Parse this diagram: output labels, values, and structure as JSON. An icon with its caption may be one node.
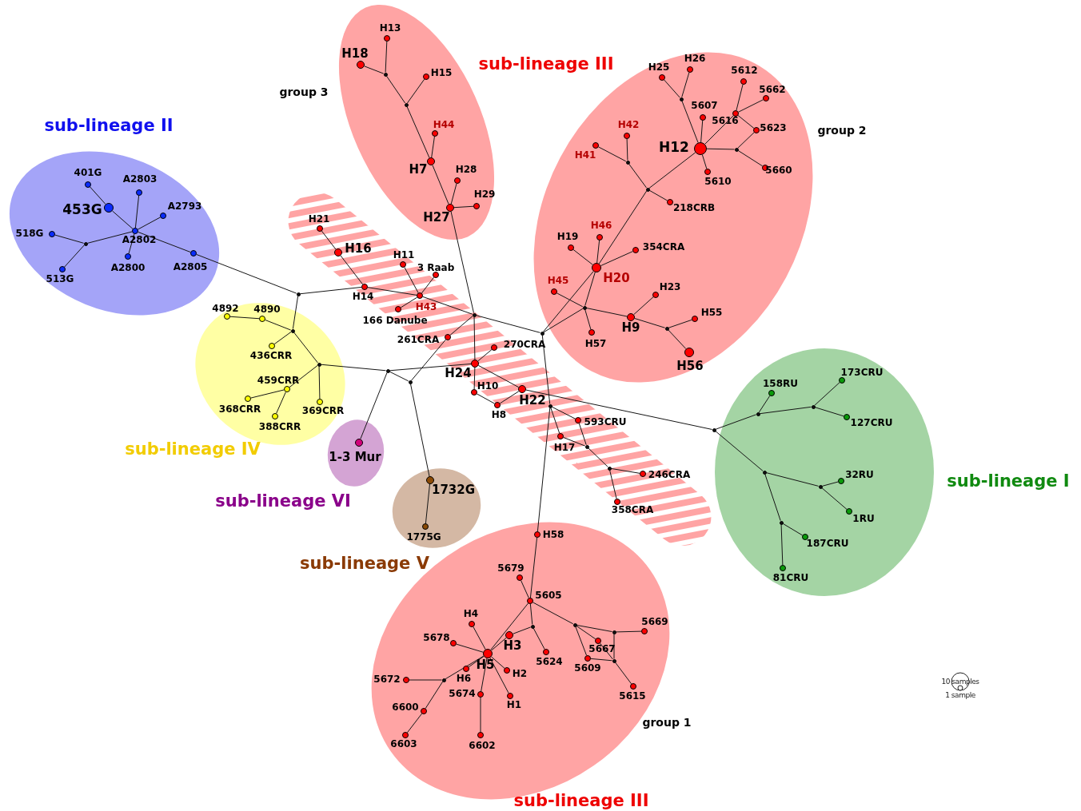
{
  "diagram": {
    "nodes": [
      {
        "text": [],
        "shape": "circle",
        "beside": [
          "401G"
        ]
      },
      {
        "text": [],
        "shape": "circle",
        "beside": [
          "453G"
        ]
      },
      {
        "text": [],
        "shape": "circle",
        "beside": [
          "A2803"
        ]
      },
      {
        "text": [],
        "shape": "circle",
        "beside": [
          "A2793"
        ]
      },
      {
        "text": [],
        "shape": "circle",
        "beside": [
          "A2802"
        ]
      },
      {
        "text": [],
        "shape": "circle",
        "beside": [
          "518G"
        ]
      },
      {
        "text": [],
        "shape": "circle"
      },
      {
        "text": [],
        "shape": "circle",
        "beside": [
          "513G"
        ]
      },
      {
        "text": [],
        "shape": "circle",
        "beside": [
          "A2800"
        ]
      },
      {
        "text": [],
        "shape": "circle",
        "beside": [
          "A2805"
        ]
      },
      {
        "text": [],
        "shape": "circle"
      },
      {
        "text": [],
        "shape": "circle",
        "beside": [
          "4892"
        ]
      },
      {
        "text": [],
        "shape": "circle",
        "beside": [
          "4890"
        ]
      },
      {
        "text": [],
        "shape": "circle"
      },
      {
        "text": [],
        "shape": "circle",
        "beside": [
          "436CRR"
        ]
      },
      {
        "text": [],
        "shape": "circle"
      },
      {
        "text": [],
        "shape": "circle",
        "beside": [
          "459CRR"
        ]
      },
      {
        "text": [],
        "shape": "circle",
        "beside": [
          "368CRR"
        ]
      },
      {
        "text": [],
        "shape": "circle",
        "beside": [
          "388CRR"
        ]
      },
      {
        "text": [],
        "shape": "circle",
        "beside": [
          "369CRR"
        ]
      },
      {
        "text": [],
        "shape": "circle",
        "beside": [
          "H21"
        ]
      },
      {
        "text": [],
        "shape": "circle",
        "beside": [
          "H16"
        ]
      },
      {
        "text": [],
        "shape": "circle",
        "beside": [
          "H14"
        ]
      },
      {
        "text": [],
        "shape": "circle",
        "beside": [
          "H11"
        ]
      },
      {
        "text": [],
        "shape": "circle",
        "beside": [
          "3 Raab"
        ]
      },
      {
        "text": [],
        "shape": "circle",
        "beside": [
          "H43"
        ]
      },
      {
        "text": [],
        "shape": "circle",
        "beside": [
          "166 Danube"
        ]
      },
      {
        "text": [],
        "shape": "circle"
      },
      {
        "text": [],
        "shape": "circle",
        "beside": [
          "261CRA"
        ]
      },
      {
        "text": [],
        "shape": "circle",
        "beside": [
          "270CRA"
        ]
      },
      {
        "text": [],
        "shape": "circle"
      },
      {
        "text": [],
        "shape": "circle",
        "beside": [
          "H24"
        ]
      },
      {
        "text": [],
        "shape": "circle"
      },
      {
        "text": [],
        "shape": "circle"
      },
      {
        "text": [],
        "shape": "circle",
        "beside": [
          "H10"
        ]
      },
      {
        "text": [],
        "shape": "circle",
        "beside": [
          "H8"
        ]
      },
      {
        "text": [],
        "shape": "circle",
        "beside": [
          "H22"
        ]
      },
      {
        "text": [],
        "shape": "circle"
      },
      {
        "text": [],
        "shape": "circle",
        "beside": [
          "593CRU"
        ]
      },
      {
        "text": [],
        "shape": "circle",
        "beside": [
          "H17"
        ]
      },
      {
        "text": [],
        "shape": "circle"
      },
      {
        "text": [],
        "shape": "circle"
      },
      {
        "text": [],
        "shape": "circle",
        "beside": [
          "246CRA"
        ]
      },
      {
        "text": [],
        "shape": "circle",
        "beside": [
          "358CRA"
        ]
      },
      {
        "text": [],
        "shape": "circle",
        "beside": [
          "1-3 Mur"
        ]
      },
      {
        "text": [],
        "shape": "circle",
        "beside": [
          "1732G"
        ]
      },
      {
        "text": [],
        "shape": "circle",
        "beside": [
          "1775G"
        ]
      },
      {
        "text": [],
        "shape": "circle",
        "beside": [
          "H13"
        ]
      },
      {
        "text": [],
        "shape": "circle"
      },
      {
        "text": [],
        "shape": "circle",
        "beside": [
          "H18"
        ]
      },
      {
        "text": [],
        "shape": "circle"
      },
      {
        "text": [],
        "shape": "circle",
        "beside": [
          "H15"
        ]
      },
      {
        "text": [],
        "shape": "circle",
        "beside": [
          "H7"
        ]
      },
      {
        "text": [],
        "shape": "circle",
        "beside": [
          "H44"
        ]
      },
      {
        "text": [],
        "shape": "circle",
        "beside": [
          "H27"
        ]
      },
      {
        "text": [],
        "shape": "circle",
        "beside": [
          "H28"
        ]
      },
      {
        "text": [],
        "shape": "circle",
        "beside": [
          "H29"
        ]
      },
      {
        "text": [],
        "shape": "circle",
        "beside": [
          "H25"
        ]
      },
      {
        "text": [],
        "shape": "circle",
        "beside": [
          "H26"
        ]
      },
      {
        "text": [],
        "shape": "circle"
      },
      {
        "text": [],
        "shape": "circle",
        "beside": [
          "5612"
        ]
      },
      {
        "text": [],
        "shape": "circle",
        "beside": [
          "5662"
        ]
      },
      {
        "text": [],
        "shape": "circle",
        "beside": [
          "5607"
        ]
      },
      {
        "text": [],
        "shape": "circle",
        "beside": [
          "5616"
        ]
      },
      {
        "text": [],
        "shape": "circle",
        "beside": [
          "5623"
        ]
      },
      {
        "text": [],
        "shape": "circle",
        "beside": [
          "H12"
        ]
      },
      {
        "text": [],
        "shape": "circle"
      },
      {
        "text": [],
        "shape": "circle",
        "beside": [
          "5660"
        ]
      },
      {
        "text": [],
        "shape": "circle",
        "beside": [
          "5610"
        ]
      },
      {
        "text": [],
        "shape": "circle",
        "beside": [
          "H41"
        ]
      },
      {
        "text": [],
        "shape": "circle",
        "beside": [
          "H42"
        ]
      },
      {
        "text": [],
        "shape": "circle"
      },
      {
        "text": [],
        "shape": "circle"
      },
      {
        "text": [],
        "shape": "circle",
        "beside": [
          "218CRB"
        ]
      },
      {
        "text": [],
        "shape": "circle",
        "beside": [
          "H19"
        ]
      },
      {
        "text": [],
        "shape": "circle",
        "beside": [
          "H46"
        ]
      },
      {
        "text": [],
        "shape": "circle",
        "beside": [
          "354CRA"
        ]
      },
      {
        "text": [],
        "shape": "circle",
        "beside": [
          "H20"
        ]
      },
      {
        "text": [],
        "shape": "circle",
        "beside": [
          "H45"
        ]
      },
      {
        "text": [],
        "shape": "circle"
      },
      {
        "text": [],
        "shape": "circle",
        "beside": [
          "H23"
        ]
      },
      {
        "text": [],
        "shape": "circle",
        "beside": [
          "H9"
        ]
      },
      {
        "text": [],
        "shape": "circle",
        "beside": [
          "H57"
        ]
      },
      {
        "text": [],
        "shape": "circle"
      },
      {
        "text": [],
        "shape": "circle",
        "beside": [
          "H55"
        ]
      },
      {
        "text": [],
        "shape": "circle",
        "beside": [
          "H56"
        ]
      },
      {
        "text": [],
        "shape": "circle"
      },
      {
        "text": [],
        "shape": "circle",
        "beside": [
          "158RU"
        ]
      },
      {
        "text": [],
        "shape": "circle"
      },
      {
        "text": [],
        "shape": "circle",
        "beside": [
          "173CRU"
        ]
      },
      {
        "text": [],
        "shape": "circle"
      },
      {
        "text": [],
        "shape": "circle",
        "beside": [
          "127CRU"
        ]
      },
      {
        "text": [],
        "shape": "circle"
      },
      {
        "text": [],
        "shape": "circle",
        "beside": [
          "32RU"
        ]
      },
      {
        "text": [],
        "shape": "circle"
      },
      {
        "text": [],
        "shape": "circle",
        "beside": [
          "1RU"
        ]
      },
      {
        "text": [],
        "shape": "circle"
      },
      {
        "text": [],
        "shape": "circle",
        "beside": [
          "187CRU"
        ]
      },
      {
        "text": [],
        "shape": "circle",
        "beside": [
          "81CRU"
        ]
      },
      {
        "text": [],
        "shape": "circle",
        "beside": [
          "H58"
        ]
      },
      {
        "text": [],
        "shape": "circle",
        "beside": [
          "5679"
        ]
      },
      {
        "text": [],
        "shape": "circle",
        "beside": [
          "5605"
        ]
      },
      {
        "text": [],
        "shape": "circle",
        "beside": [
          "H4"
        ]
      },
      {
        "text": [],
        "shape": "circle",
        "beside": [
          "H3"
        ]
      },
      {
        "text": [],
        "shape": "circle"
      },
      {
        "text": [],
        "shape": "circle",
        "beside": [
          "5678"
        ]
      },
      {
        "text": [],
        "shape": "circle",
        "beside": [
          "H5"
        ]
      },
      {
        "text": [],
        "shape": "circle",
        "beside": [
          "5624"
        ]
      },
      {
        "text": [],
        "shape": "circle"
      },
      {
        "text": [],
        "shape": "circle"
      },
      {
        "text": [],
        "shape": "circle",
        "beside": [
          "5669"
        ]
      },
      {
        "text": [],
        "shape": "circle",
        "beside": [
          "5667"
        ]
      },
      {
        "text": [],
        "shape": "circle",
        "beside": [
          "5609"
        ]
      },
      {
        "text": [],
        "shape": "circle"
      },
      {
        "text": [],
        "shape": "circle",
        "beside": [
          "5615"
        ]
      },
      {
        "text": [],
        "shape": "circle",
        "beside": [
          "H6"
        ]
      },
      {
        "text": [],
        "shape": "circle",
        "beside": [
          "H2"
        ]
      },
      {
        "text": [],
        "shape": "circle"
      },
      {
        "text": [],
        "shape": "circle",
        "beside": [
          "5672"
        ]
      },
      {
        "text": [],
        "shape": "circle",
        "beside": [
          "5674"
        ]
      },
      {
        "text": [],
        "shape": "circle",
        "beside": [
          "H1"
        ]
      },
      {
        "text": [],
        "shape": "circle",
        "beside": [
          "6600"
        ]
      },
      {
        "text": [],
        "shape": "circle",
        "beside": [
          "6603"
        ]
      },
      {
        "text": [],
        "shape": "circle",
        "beside": [
          "6602"
        ]
      }
    ],
    "edges": [
      {
        "from": 0,
        "to": 1,
        "arrow": "none"
      },
      {
        "from": 1,
        "to": 4,
        "arrow": "none"
      },
      {
        "from": 2,
        "to": 4,
        "arrow": "none"
      },
      {
        "from": 3,
        "to": 4,
        "arrow": "none"
      },
      {
        "from": 4,
        "to": 6,
        "arrow": "none"
      },
      {
        "from": 6,
        "to": 5,
        "arrow": "none"
      },
      {
        "from": 6,
        "to": 7,
        "arrow": "none"
      },
      {
        "from": 4,
        "to": 8,
        "arrow": "none"
      },
      {
        "from": 4,
        "to": 9,
        "arrow": "none"
      },
      {
        "from": 9,
        "to": 10,
        "arrow": "none"
      },
      {
        "from": 10,
        "to": 13,
        "arrow": "none"
      },
      {
        "from": 13,
        "to": 12,
        "arrow": "none"
      },
      {
        "from": 12,
        "to": 11,
        "arrow": "none"
      },
      {
        "from": 13,
        "to": 14,
        "arrow": "none"
      },
      {
        "from": 13,
        "to": 15,
        "arrow": "none"
      },
      {
        "from": 15,
        "to": 16,
        "arrow": "none"
      },
      {
        "from": 16,
        "to": 17,
        "arrow": "none"
      },
      {
        "from": 16,
        "to": 18,
        "arrow": "none"
      },
      {
        "from": 15,
        "to": 19,
        "arrow": "none"
      },
      {
        "from": 15,
        "to": 32,
        "arrow": "none"
      },
      {
        "from": 10,
        "to": 22,
        "arrow": "none"
      },
      {
        "from": 22,
        "to": 21,
        "arrow": "none"
      },
      {
        "from": 21,
        "to": 20,
        "arrow": "none"
      },
      {
        "from": 22,
        "to": 25,
        "arrow": "none"
      },
      {
        "from": 25,
        "to": 23,
        "arrow": "none"
      },
      {
        "from": 25,
        "to": 24,
        "arrow": "none"
      },
      {
        "from": 25,
        "to": 26,
        "arrow": "none"
      },
      {
        "from": 25,
        "to": 27,
        "arrow": "none"
      },
      {
        "from": 27,
        "to": 30,
        "arrow": "none"
      },
      {
        "from": 27,
        "to": 54,
        "arrow": "none"
      },
      {
        "from": 27,
        "to": 31,
        "arrow": "none"
      },
      {
        "from": 27,
        "to": 28,
        "arrow": "none"
      },
      {
        "from": 28,
        "to": 33,
        "arrow": "none"
      },
      {
        "from": 31,
        "to": 29,
        "arrow": "none"
      },
      {
        "from": 31,
        "to": 34,
        "arrow": "none"
      },
      {
        "from": 34,
        "to": 35,
        "arrow": "none"
      },
      {
        "from": 35,
        "to": 36,
        "arrow": "none"
      },
      {
        "from": 31,
        "to": 36,
        "arrow": "none"
      },
      {
        "from": 31,
        "to": 32,
        "arrow": "none"
      },
      {
        "from": 32,
        "to": 33,
        "arrow": "none"
      },
      {
        "from": 32,
        "to": 44,
        "arrow": "none"
      },
      {
        "from": 33,
        "to": 45,
        "arrow": "none"
      },
      {
        "from": 45,
        "to": 46,
        "arrow": "none"
      },
      {
        "from": 36,
        "to": 86,
        "arrow": "none"
      },
      {
        "from": 30,
        "to": 37,
        "arrow": "none"
      },
      {
        "from": 37,
        "to": 99,
        "arrow": "none"
      },
      {
        "from": 37,
        "to": 38,
        "arrow": "none"
      },
      {
        "from": 37,
        "to": 39,
        "arrow": "none"
      },
      {
        "from": 39,
        "to": 40,
        "arrow": "none"
      },
      {
        "from": 38,
        "to": 40,
        "arrow": "none"
      },
      {
        "from": 40,
        "to": 41,
        "arrow": "none"
      },
      {
        "from": 41,
        "to": 42,
        "arrow": "none"
      },
      {
        "from": 41,
        "to": 43,
        "arrow": "none"
      },
      {
        "from": 48,
        "to": 47,
        "arrow": "none"
      },
      {
        "from": 48,
        "to": 49,
        "arrow": "none"
      },
      {
        "from": 48,
        "to": 50,
        "arrow": "none"
      },
      {
        "from": 50,
        "to": 51,
        "arrow": "none"
      },
      {
        "from": 50,
        "to": 52,
        "arrow": "none"
      },
      {
        "from": 52,
        "to": 53,
        "arrow": "none"
      },
      {
        "from": 52,
        "to": 54,
        "arrow": "none"
      },
      {
        "from": 54,
        "to": 55,
        "arrow": "none"
      },
      {
        "from": 54,
        "to": 56,
        "arrow": "none"
      },
      {
        "from": 30,
        "to": 79,
        "arrow": "none"
      },
      {
        "from": 30,
        "to": 77,
        "arrow": "none"
      },
      {
        "from": 79,
        "to": 78,
        "arrow": "none"
      },
      {
        "from": 79,
        "to": 77,
        "arrow": "none"
      },
      {
        "from": 79,
        "to": 82,
        "arrow": "none"
      },
      {
        "from": 79,
        "to": 81,
        "arrow": "none"
      },
      {
        "from": 77,
        "to": 74,
        "arrow": "none"
      },
      {
        "from": 77,
        "to": 75,
        "arrow": "none"
      },
      {
        "from": 77,
        "to": 76,
        "arrow": "none"
      },
      {
        "from": 77,
        "to": 72,
        "arrow": "none"
      },
      {
        "from": 72,
        "to": 73,
        "arrow": "none"
      },
      {
        "from": 72,
        "to": 71,
        "arrow": "none"
      },
      {
        "from": 71,
        "to": 69,
        "arrow": "none"
      },
      {
        "from": 71,
        "to": 70,
        "arrow": "none"
      },
      {
        "from": 72,
        "to": 65,
        "arrow": "none"
      },
      {
        "from": 65,
        "to": 59,
        "arrow": "none"
      },
      {
        "from": 59,
        "to": 57,
        "arrow": "none"
      },
      {
        "from": 59,
        "to": 58,
        "arrow": "none"
      },
      {
        "from": 65,
        "to": 62,
        "arrow": "none"
      },
      {
        "from": 65,
        "to": 68,
        "arrow": "none"
      },
      {
        "from": 65,
        "to": 63,
        "arrow": "none"
      },
      {
        "from": 63,
        "to": 60,
        "arrow": "none"
      },
      {
        "from": 63,
        "to": 61,
        "arrow": "none"
      },
      {
        "from": 63,
        "to": 64,
        "arrow": "none"
      },
      {
        "from": 65,
        "to": 66,
        "arrow": "none"
      },
      {
        "from": 66,
        "to": 64,
        "arrow": "none"
      },
      {
        "from": 66,
        "to": 67,
        "arrow": "none"
      },
      {
        "from": 81,
        "to": 80,
        "arrow": "none"
      },
      {
        "from": 81,
        "to": 83,
        "arrow": "none"
      },
      {
        "from": 83,
        "to": 84,
        "arrow": "none"
      },
      {
        "from": 83,
        "to": 85,
        "arrow": "none"
      },
      {
        "from": 86,
        "to": 88,
        "arrow": "none"
      },
      {
        "from": 88,
        "to": 87,
        "arrow": "none"
      },
      {
        "from": 88,
        "to": 90,
        "arrow": "none"
      },
      {
        "from": 90,
        "to": 89,
        "arrow": "none"
      },
      {
        "from": 90,
        "to": 91,
        "arrow": "none"
      },
      {
        "from": 86,
        "to": 92,
        "arrow": "none"
      },
      {
        "from": 92,
        "to": 94,
        "arrow": "none"
      },
      {
        "from": 94,
        "to": 93,
        "arrow": "none"
      },
      {
        "from": 94,
        "to": 95,
        "arrow": "none"
      },
      {
        "from": 92,
        "to": 96,
        "arrow": "none"
      },
      {
        "from": 96,
        "to": 97,
        "arrow": "none"
      },
      {
        "from": 96,
        "to": 98,
        "arrow": "none"
      },
      {
        "from": 99,
        "to": 101,
        "arrow": "none"
      },
      {
        "from": 101,
        "to": 100,
        "arrow": "none"
      },
      {
        "from": 101,
        "to": 106,
        "arrow": "none"
      },
      {
        "from": 106,
        "to": 103,
        "arrow": "none"
      },
      {
        "from": 103,
        "to": 104,
        "arrow": "none"
      },
      {
        "from": 104,
        "to": 101,
        "arrow": "none"
      },
      {
        "from": 104,
        "to": 107,
        "arrow": "none"
      },
      {
        "from": 101,
        "to": 108,
        "arrow": "none"
      },
      {
        "from": 108,
        "to": 109,
        "arrow": "none"
      },
      {
        "from": 109,
        "to": 110,
        "arrow": "none"
      },
      {
        "from": 108,
        "to": 111,
        "arrow": "none"
      },
      {
        "from": 108,
        "to": 112,
        "arrow": "none"
      },
      {
        "from": 112,
        "to": 113,
        "arrow": "none"
      },
      {
        "from": 109,
        "to": 113,
        "arrow": "none"
      },
      {
        "from": 111,
        "to": 113,
        "arrow": "none"
      },
      {
        "from": 113,
        "to": 114,
        "arrow": "none"
      },
      {
        "from": 106,
        "to": 102,
        "arrow": "none"
      },
      {
        "from": 106,
        "to": 105,
        "arrow": "none"
      },
      {
        "from": 106,
        "to": 115,
        "arrow": "none"
      },
      {
        "from": 106,
        "to": 117,
        "arrow": "none"
      },
      {
        "from": 117,
        "to": 118,
        "arrow": "none"
      },
      {
        "from": 117,
        "to": 121,
        "arrow": "none"
      },
      {
        "from": 121,
        "to": 122,
        "arrow": "none"
      },
      {
        "from": 106,
        "to": 119,
        "arrow": "none"
      },
      {
        "from": 119,
        "to": 123,
        "arrow": "none"
      },
      {
        "from": 106,
        "to": 116,
        "arrow": "none"
      },
      {
        "from": 106,
        "to": 120,
        "arrow": "none"
      }
    ],
    "labels": [
      "sub-lineage II",
      "sub-lineage III",
      "group 3",
      "group 2",
      "sub-lineage IV",
      "sub-lineage VI",
      "sub-lineage V",
      "sub-lineage I",
      "group 1",
      "sub-lineage III"
    ],
    "legend": [
      {
        "text": "10 samples"
      },
      {
        "text": "1 sample"
      }
    ]
  }
}
